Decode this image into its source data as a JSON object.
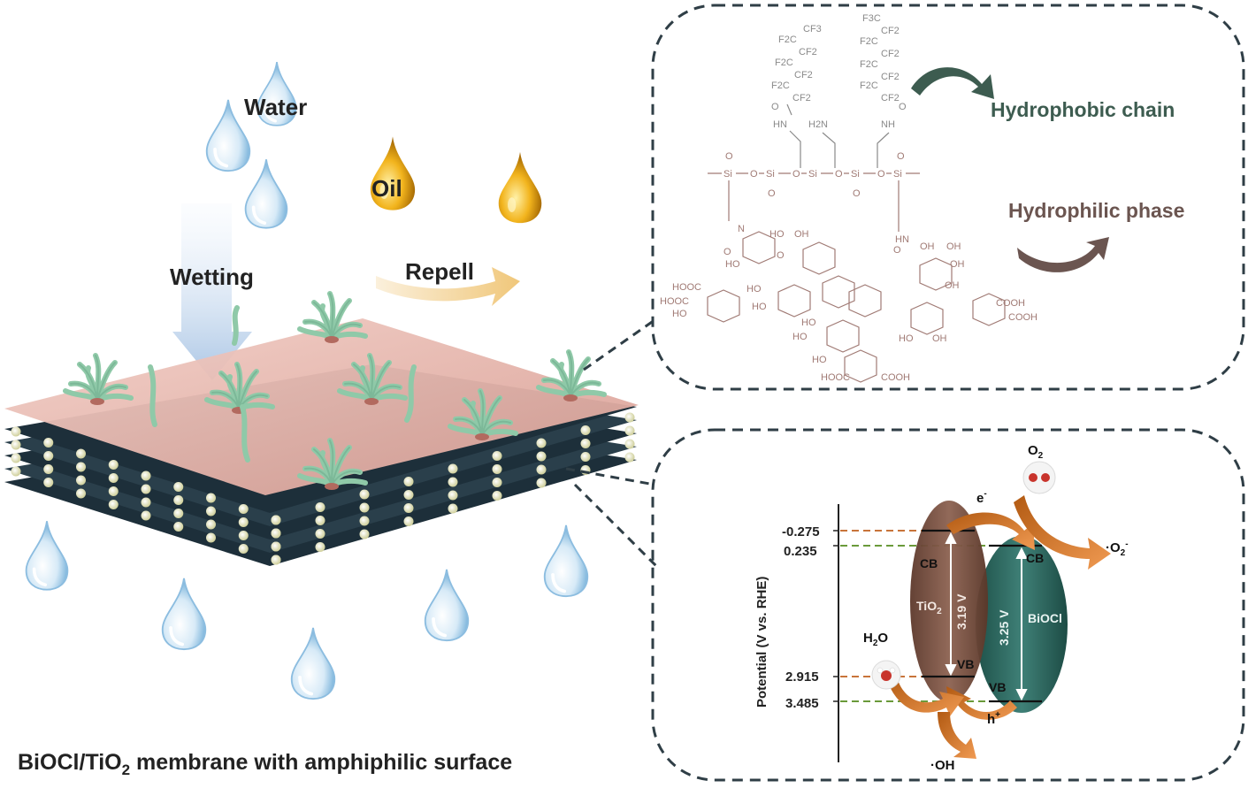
{
  "left": {
    "water": "Water",
    "oil": "Oil",
    "wetting": "Wetting",
    "repell": "Repell",
    "caption_pre": "BiOCl/TiO",
    "caption_sub": "2",
    "caption_post": " membrane with amphiphilic surface"
  },
  "top_panel": {
    "hydrophobic_label": "Hydrophobic chain",
    "hydrophilic_label": "Hydrophilic phase",
    "chem": {
      "cf3_a": "CF3",
      "f2c_a1": "F2C",
      "cf2_a1": "CF2",
      "f2c_a2": "F2C",
      "cf2_a2": "CF2",
      "f2c_a3": "F2C",
      "cf2_a3": "CF2",
      "f3c_b": "F3C",
      "cf2_b1": "CF2",
      "f2c_b1": "F2C",
      "cf2_b2": "CF2",
      "f2c_b2": "F2C",
      "cf2_b3": "CF2",
      "f2c_b3": "F2C",
      "cf2_b4": "CF2",
      "o": "O",
      "nh": "HN",
      "nh2": "H2N",
      "nh_r": "NH",
      "n": "N",
      "si": "Si",
      "oh": "OH",
      "ho": "HO",
      "hooc": "HOOC",
      "cooh": "COOH"
    }
  },
  "bottom_panel": {
    "y_axis_label": "Potential (V vs. RHE)",
    "ticks": [
      "-0.275",
      "0.235",
      "2.915",
      "3.485"
    ],
    "tio2_cb": "CB",
    "tio2_vb": "VB",
    "tio2_name_pre": "TiO",
    "tio2_name_sub": "2",
    "tio2_gap": "3.19 V",
    "biocl_cb": "CB",
    "biocl_vb": "VB",
    "biocl_name": "BiOCl",
    "biocl_gap": "3.25 V",
    "o2": "O",
    "o2_sub": "2",
    "superoxide_pre": "·O",
    "superoxide_sub": "2",
    "superoxide_sup": "-",
    "h2o_pre": "H",
    "h2o_sub": "2",
    "h2o_post": "O",
    "oh_radical": "·OH",
    "electron": "e",
    "electron_sup": "-",
    "hole": "h",
    "hole_sup": "+"
  },
  "colors": {
    "frame": "#2f3e46",
    "hydrophobic": "#3d5c50",
    "hydrophilic": "#6b5550",
    "tio2": "#7b5446",
    "biocl": "#2f6b62",
    "cb_dash": "#c8743a",
    "vb_dash": "#6a9a3a",
    "membrane_top": "#e6b7ae",
    "membrane_dark": "#223540",
    "hair": "#8fc9a8"
  }
}
